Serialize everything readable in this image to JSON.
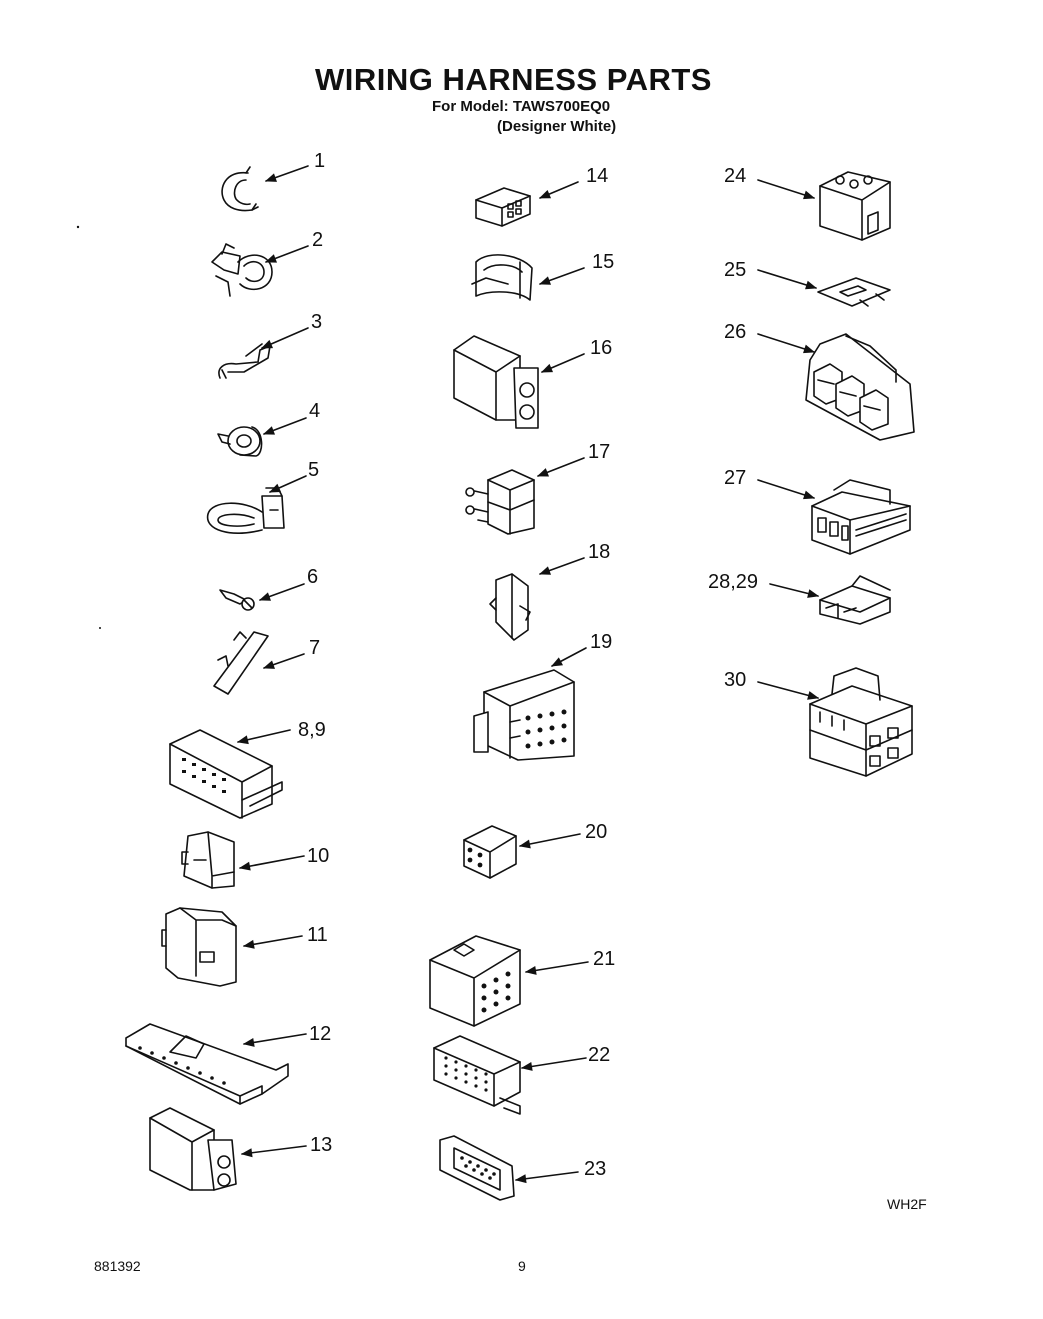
{
  "header": {
    "title": "WIRING HARNESS PARTS",
    "model_line": "For Model: TAWS700EQ0",
    "finish_line": "(Designer White)"
  },
  "callouts": {
    "c1": "1",
    "c2": "2",
    "c3": "3",
    "c4": "4",
    "c5": "5",
    "c6": "6",
    "c7": "7",
    "c8": "8,9",
    "c10": "10",
    "c11": "11",
    "c12": "12",
    "c13": "13",
    "c14": "14",
    "c15": "15",
    "c16": "16",
    "c17": "17",
    "c18": "18",
    "c19": "19",
    "c20": "20",
    "c21": "21",
    "c22": "22",
    "c23": "23",
    "c24": "24",
    "c25": "25",
    "c26": "26",
    "c27": "27",
    "c28": "28,29",
    "c30": "30"
  },
  "footer": {
    "corner_code": "WH2F",
    "doc_number": "881392",
    "page_number": "9"
  }
}
